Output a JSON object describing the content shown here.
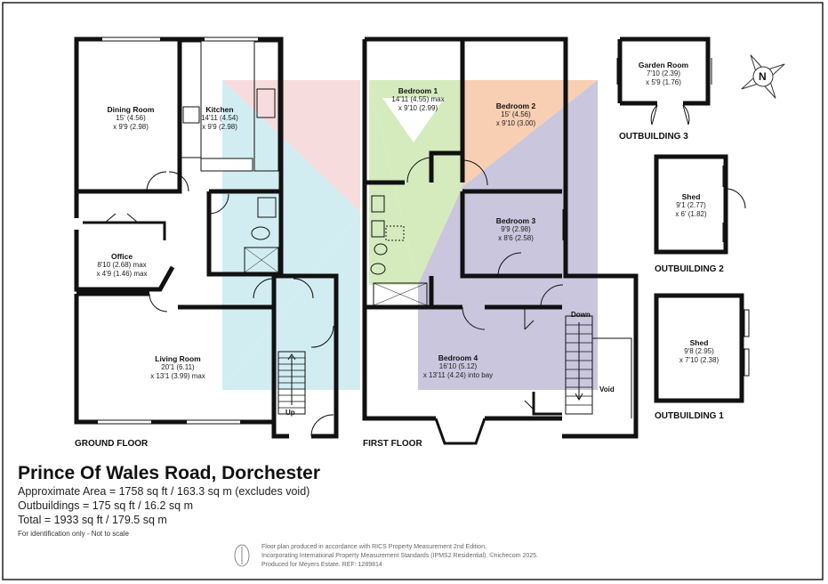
{
  "floors": {
    "ground": "GROUND FLOOR",
    "first": "FIRST FLOOR",
    "out3": "OUTBUILDING 3",
    "out2": "OUTBUILDING 2",
    "out1": "OUTBUILDING 1"
  },
  "rooms": {
    "dining": {
      "name": "Dining Room",
      "l1": "15' (4.56)",
      "l2": "x 9'9 (2.98)"
    },
    "kitchen": {
      "name": "Kitchen",
      "l1": "14'11 (4.54)",
      "l2": "x 9'9 (2.98)"
    },
    "office": {
      "name": "Office",
      "l1": "8'10 (2.68) max",
      "l2": "x 4'9 (1.46) max"
    },
    "living": {
      "name": "Living Room",
      "l1": "20'1 (6.11)",
      "l2": "x 13'1 (3.99) max"
    },
    "bed1": {
      "name": "Bedroom 1",
      "l1": "14'11 (4.55) max",
      "l2": "x 9'10 (2.99)"
    },
    "bed2": {
      "name": "Bedroom 2",
      "l1": "15' (4.56)",
      "l2": "x 9'10 (3.00)"
    },
    "bed3": {
      "name": "Bedroom 3",
      "l1": "9'9 (2.98)",
      "l2": "x 8'6 (2.58)"
    },
    "bed4": {
      "name": "Bedroom 4",
      "l1": "16'10 (5.12)",
      "l2": "x 13'11 (4.24) into bay"
    },
    "garden": {
      "name": "Garden Room",
      "l1": "7'10 (2.39)",
      "l2": "x 5'9 (1.76)"
    },
    "shed2": {
      "name": "Shed",
      "l1": "9'1 (2.77)",
      "l2": "x 6' (1.82)"
    },
    "shed1": {
      "name": "Shed",
      "l1": "9'8 (2.95)",
      "l2": "x 7'10 (2.38)"
    }
  },
  "labels": {
    "up": "Up",
    "down": "Down",
    "void": "Void",
    "compass": "N"
  },
  "info": {
    "title": "Prince Of Wales Road, Dorchester",
    "area": "Approximate Area = 1758 sq ft / 163.3 sq m (excludes void)",
    "outbuildings": "Outbuildings = 175 sq ft / 16.2 sq m",
    "total": "Total = 1933 sq ft / 179.5 sq m",
    "note": "For identification only - Not to scale",
    "credit1": "Floor plan produced in accordance with RICS Property Measurement 2nd Edition,",
    "credit2": "Incorporating International Property Measurement Standards (IPMS2 Residential).  ©nichecom 2025.",
    "credit3": "Produced for Meyers Estate.   REF: 1289814"
  },
  "colors": {
    "wall": "#111111",
    "pink": "#f6dcdc",
    "cyan": "#cdebf0",
    "green": "#d5ebbd",
    "orange": "#f8cfb2",
    "lavender": "#c9c6de"
  }
}
